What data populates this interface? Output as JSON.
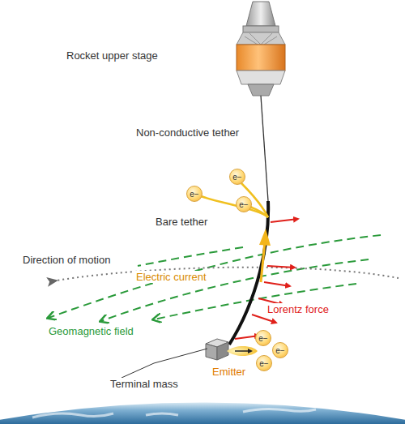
{
  "diagram": {
    "nodes": [
      {
        "text": [
          "e−"
        ]
      },
      {
        "text": [
          "e−"
        ]
      },
      {
        "text": [
          "e−"
        ]
      },
      {
        "text": [
          "e−"
        ]
      },
      {
        "text": [
          "e−"
        ]
      },
      {
        "text": [
          "e−"
        ]
      }
    ],
    "labels": [
      "Rocket upper stage",
      "Non-conductive tether",
      "Bare tether",
      "Direction of motion",
      "Electric current",
      "Lorentz force",
      "Geomagnetic field",
      "Terminal mass",
      "Emitter"
    ]
  }
}
